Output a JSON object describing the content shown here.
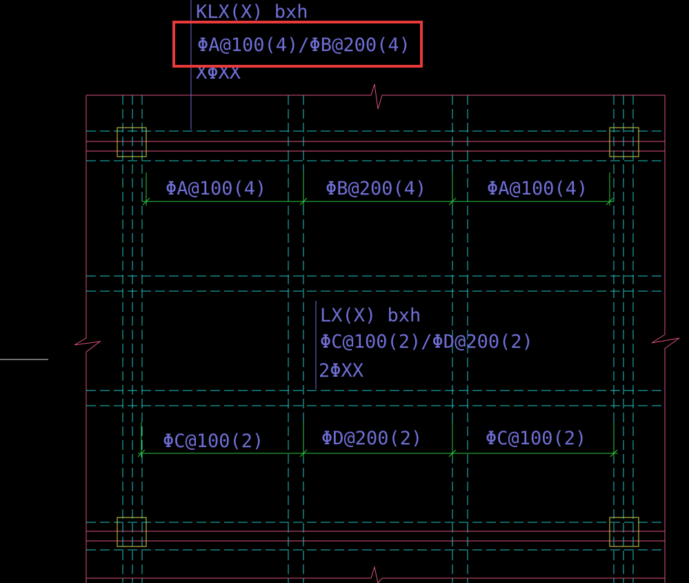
{
  "colors": {
    "background": "#000000",
    "beam_outline": "#e0557a",
    "hidden_line": "#25c8c8",
    "dimension": "#2ecc40",
    "text": "#6f6fd6",
    "highlight_box": "#e8393b",
    "column_mark": "#d8d84a",
    "leader": "#6f6fd6"
  },
  "annotation_top": {
    "line1": "KLX(X) bxh",
    "line2": "ΦA@100(4)/ΦB@200(4)",
    "line3": "XΦXX"
  },
  "annotation_center": {
    "line1": "LX(X) bxh",
    "line2": "ΦC@100(2)/ΦD@200(2)",
    "line3": "2ΦXX"
  },
  "dimensions_top": [
    "ΦA@100(4)",
    "ΦB@200(4)",
    "ΦA@100(4)"
  ],
  "dimensions_bottom": [
    "ΦC@100(2)",
    "ΦD@200(2)",
    "ΦC@100(2)"
  ]
}
